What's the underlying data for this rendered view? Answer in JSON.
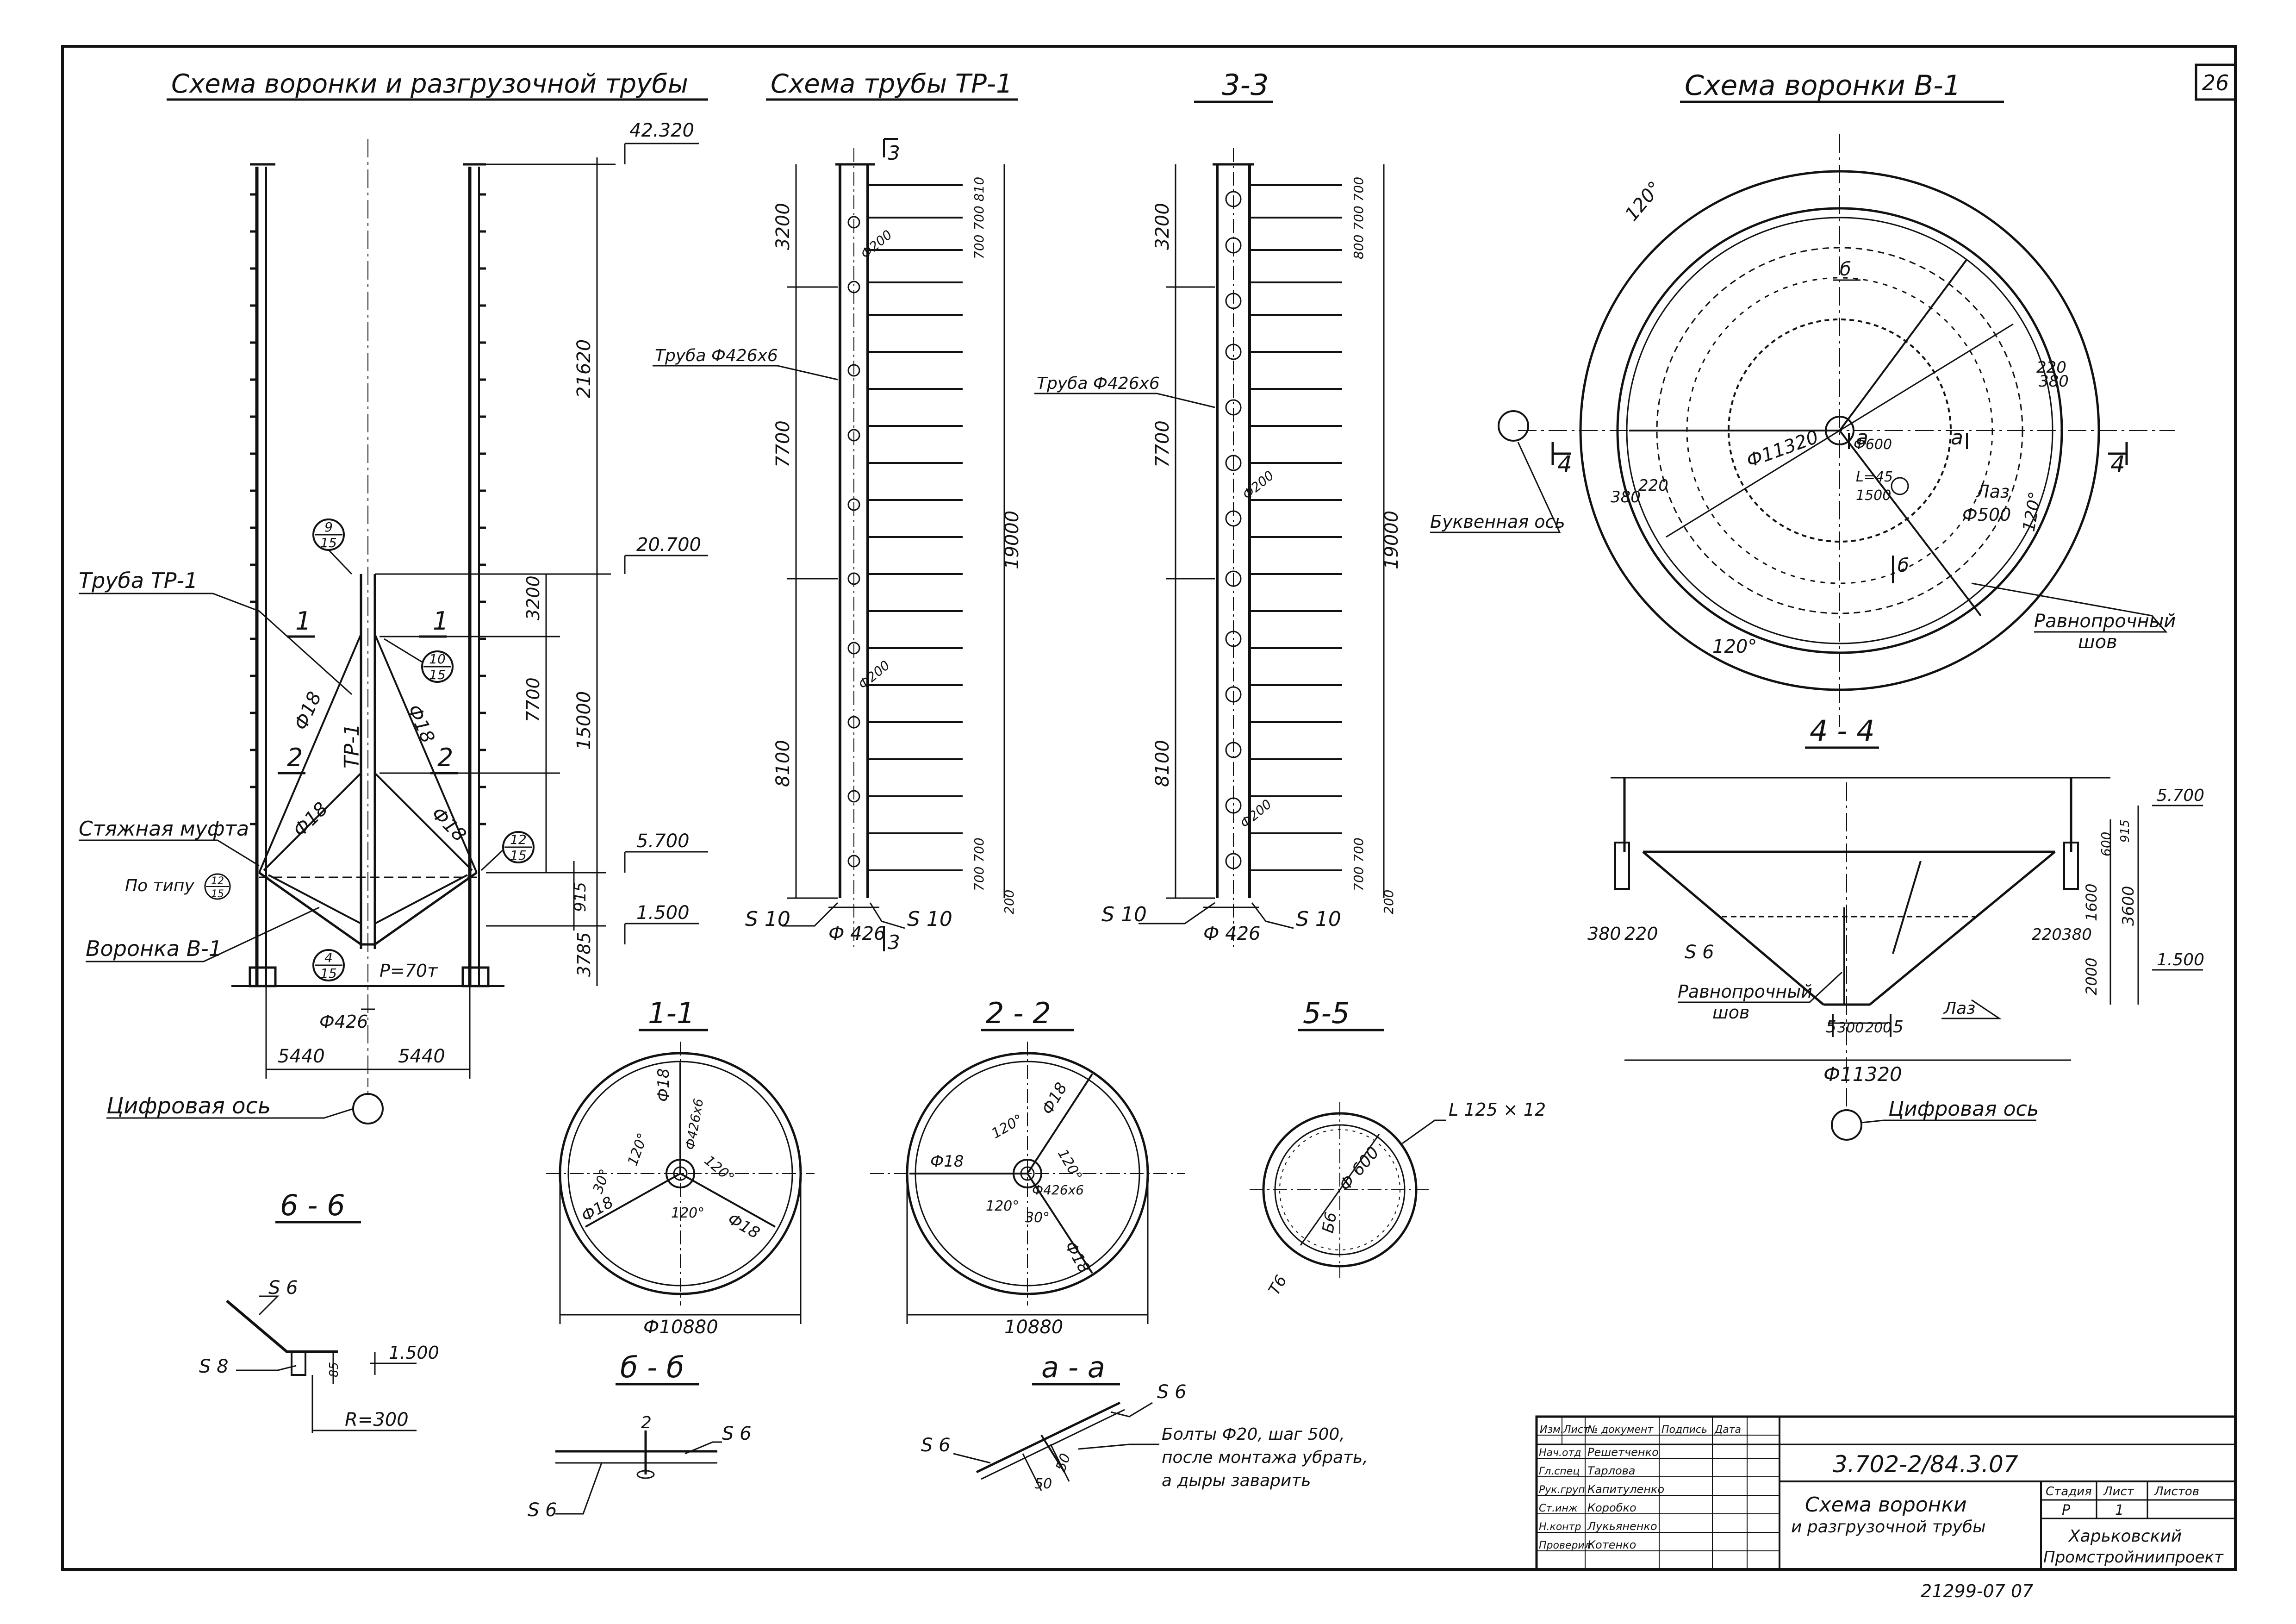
{
  "sheet": {
    "sheet_no": "26",
    "footer_code": "21299-07 07"
  },
  "titles": {
    "funnel_and_pipe": "Схема воронки и разгрузочной трубы",
    "pipe_tr1": "Схема трубы ТР-1",
    "section_33": "3-3",
    "funnel_v1": "Схема воронки В-1",
    "section_44": "4 - 4",
    "section_11": "1-1",
    "section_22": "2 - 2",
    "section_55": "5-5",
    "section_66": "6 - 6",
    "section_bb": "б - б",
    "section_aa": "а - а"
  },
  "main_view": {
    "elev_top": "42.320",
    "elev_mid": "20.700",
    "elev_5700": "5.700",
    "elev_1500": "1.500",
    "dim_21620": "21620",
    "dim_15000": "15000",
    "dim_3200": "3200",
    "dim_7700": "7700",
    "dim_915": "915",
    "dim_3785": "3785",
    "dim_5440_left": "5440",
    "dim_5440_right": "5440",
    "pipe_dia": "Ф426",
    "rod_d18_a": "Ф18",
    "rod_d18_b": "Ф18",
    "rod_d18_c": "Ф18",
    "rod_d18_d": "Ф18",
    "tr1_vertical": "ТР-1",
    "label_pipe_tr1": "Труба ТР-1",
    "label_coupling": "Стяжная муфта",
    "label_typical": "По типу",
    "label_funnel": "Воронка В-1",
    "label_digit_axis": "Цифровая ось",
    "load": "Р=70т",
    "sec_1_left": "1",
    "sec_1_right": "1",
    "sec_2_left": "2",
    "sec_2_right": "2",
    "callout_9_15_top": "9",
    "callout_9_15_bot": "15",
    "callout_10_15_top": "10",
    "callout_10_15_bot": "15",
    "callout_12_15_top": "12",
    "callout_12_15_bot": "15",
    "callout_4_15_top": "4",
    "callout_4_15_bot": "15",
    "callout_typ_top": "12",
    "callout_typ_bot": "15"
  },
  "pipe_tr1": {
    "dim_3200": "3200",
    "dim_7700": "7700",
    "dim_8100": "8100",
    "dim_19000": "19000",
    "dim_spacing": "700 700 810",
    "dim_spacing_bottom": "700 700",
    "dim_200": "200",
    "pipe_label": "Труба Ф426х6",
    "s10_left": "S 10",
    "s10_right": "S 10",
    "dia": "Ф 426",
    "sec_3": "3",
    "hole_200": "Ф200"
  },
  "section33": {
    "dim_3200": "3200",
    "dim_7700": "7700",
    "dim_8100": "8100",
    "dim_19000": "19000",
    "dim_spacing": "800 700 700",
    "dim_spacing_bottom": "700 700",
    "dim_200": "200",
    "pipe_label": "Труба Ф426х6",
    "s10_left": "S 10",
    "s10_right": "S 10",
    "dia": "Ф 426",
    "hole_200": "Ф200"
  },
  "funnel_plan": {
    "angle_top": "120°",
    "angle_right": "120°",
    "angle_bottom": "120°",
    "dim_380_a": "380",
    "dim_220": "220",
    "dim_380_b": "380",
    "dim_220_b": "220",
    "dia_11320": "Ф11320",
    "dia_600": "Ф600",
    "dim_1500": "1500",
    "angle_45": "L=45",
    "hatch_label": "Лаз",
    "hatch_dia": "Ф500",
    "axis_b": "б",
    "axis_b2": "б",
    "axis_a": "а",
    "axis_a2": "а",
    "sec4_left": "4",
    "sec4_right": "4",
    "letter_axis": "Буквенная ось",
    "weld_1": "Равнопрочный",
    "weld_2": "шов"
  },
  "section44": {
    "elev_5700": "5.700",
    "elev_1500": "1.500",
    "dim_380": "380",
    "dim_220": "220",
    "dim_220_r": "220",
    "dim_380_r": "380",
    "dim_2000": "2000",
    "dim_1600": "1600",
    "dim_3600": "3600",
    "dim_600": "600",
    "dim_915": "915",
    "s6": "S 6",
    "dim_300": "300",
    "dim_200": "200",
    "sec5": "5",
    "sec5b": "5",
    "hatch": "Лаз",
    "dia": "Ф11320",
    "weld_1": "Равнопрочный",
    "weld_2": "шов",
    "digit_axis": "Цифровая ось"
  },
  "section11": {
    "dia": "Ф10880",
    "a1": "120°",
    "a2": "120°",
    "a3": "120°",
    "a4": "30°",
    "d18a": "Ф18",
    "d18b": "Ф18",
    "d18c": "Ф18",
    "pipe": "Ф426х6"
  },
  "section22": {
    "dim": "10880",
    "a1": "120°",
    "a2": "120°",
    "a3": "120°",
    "a4": "30°",
    "d18a": "Ф18",
    "d18b": "Ф18",
    "d18c": "Ф18",
    "pipe": "Ф426х6"
  },
  "section55": {
    "angle": "L 125 × 12",
    "dia": "Ф 600",
    "s6": "Б6",
    "t6": "Т6"
  },
  "section66": {
    "s6": "S 6",
    "s8": "S 8",
    "elev": "1.500",
    "radius": "R=300",
    "dim": "85"
  },
  "sectionbb": {
    "n2": "2",
    "s6a": "S 6",
    "s6b": "S 6"
  },
  "sectionaa": {
    "s6a": "S 6",
    "s6b": "S 6",
    "d50a": "50",
    "d50b": "50",
    "note1": "Болты Ф20, шаг 500,",
    "note2": "после монтажа убрать,",
    "note3": "а дыры заварить"
  },
  "title_block": {
    "code": "3.702-2/84.3.07",
    "title1": "Схема воронки",
    "title2": "и разгрузочной трубы",
    "headers": [
      "Изм.",
      "Лист",
      "№ документ",
      "Подпись",
      "Дата"
    ],
    "rows": [
      {
        "role": "Нач.отд",
        "name": "Решетченко"
      },
      {
        "role": "Гл.спец",
        "name": "Тарлова"
      },
      {
        "role": "Рук.груп",
        "name": "Капитуленко"
      },
      {
        "role": "Ст.инж",
        "name": "Коробко"
      },
      {
        "role": "Н.контр",
        "name": "Лукьяненко"
      },
      {
        "role": "Проверил",
        "name": "Котенко"
      }
    ],
    "stage_hdr": "Стадия",
    "sheet_hdr": "Лист",
    "sheets_hdr": "Листов",
    "stage": "Р",
    "sheet": "1",
    "org1": "Харьковский",
    "org2": "Промстройниипроект"
  }
}
